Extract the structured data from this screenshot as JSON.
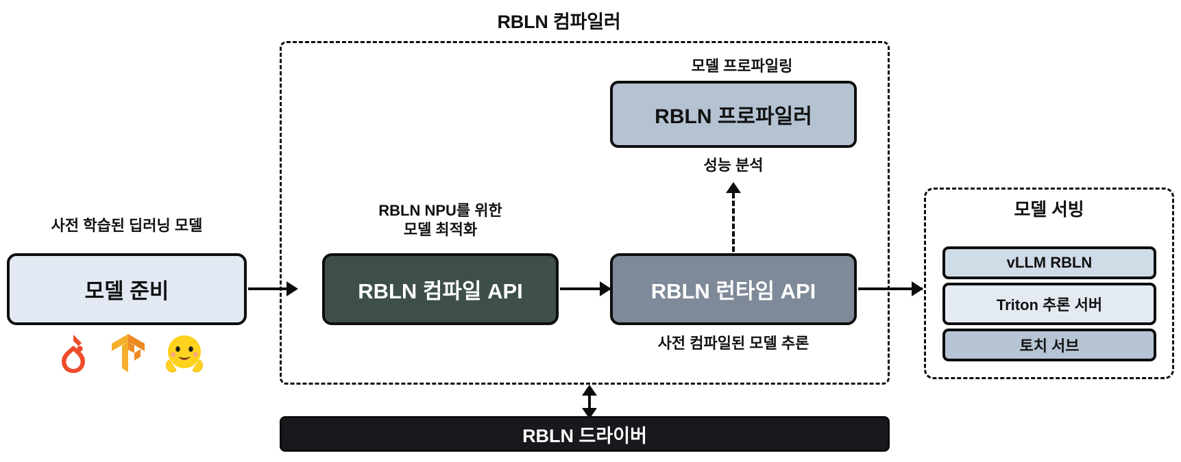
{
  "diagram": {
    "title": "RBLN 컴파일러",
    "compiler_region_label": "RBLN 컴파일러"
  },
  "input_stage": {
    "caption": "사전 학습된 딥러닝 모델",
    "box_label": "모델 준비",
    "logos": [
      {
        "name": "pytorch-logo",
        "alt": "PyTorch"
      },
      {
        "name": "tensorflow-logo",
        "alt": "TensorFlow"
      },
      {
        "name": "huggingface-logo",
        "alt": "Hugging Face"
      }
    ]
  },
  "compile_stage": {
    "caption_line1": "RBLN NPU를 위한",
    "caption_line2": "모델 최적화",
    "box_label": "RBLN 컴파일 API"
  },
  "profiling_stage": {
    "caption": "모델 프로파일링",
    "box_label": "RBLN 프로파일러",
    "arrow_label": "성능 분석"
  },
  "runtime_stage": {
    "box_label": "RBLN 런타임 API",
    "caption_below": "사전 컴파일된 모델 추론"
  },
  "serving_stage": {
    "title": "모델 서빙",
    "items": [
      {
        "label": "vLLM RBLN"
      },
      {
        "label": "Triton 추론 서버"
      },
      {
        "label": "토치 서브"
      }
    ]
  },
  "driver_stage": {
    "label": "RBLN 드라이버"
  },
  "colors": {
    "outline": "#0d0d0d",
    "prep_fill": "#e2e9f2",
    "compile_fill": "#3e4f4b",
    "runtime_fill": "#7e8a99",
    "profiler_fill": "#b4c2d2",
    "driver_fill": "#17191c",
    "serve_fill_1": "#cfdbe7",
    "serve_fill_2": "#e4eaf2",
    "serve_fill_3": "#b6c4d4"
  }
}
